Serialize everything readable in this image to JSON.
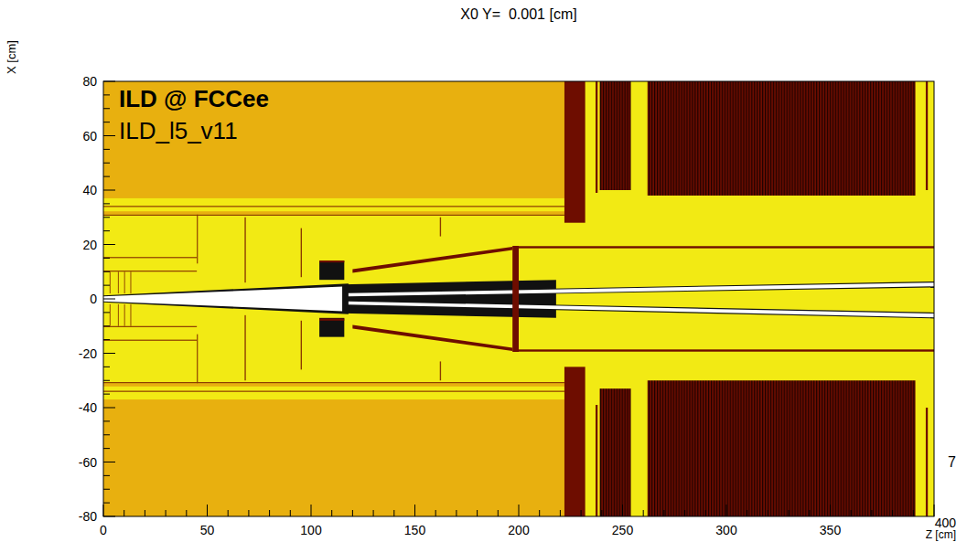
{
  "diagram": {
    "title": "X0 Y=  0.001 [cm]",
    "labels": [
      "X [cm]",
      "80",
      "60",
      "40",
      "20",
      "0",
      "-20",
      "-40",
      "-60",
      "-80",
      "0",
      "50",
      "100",
      "150",
      "200",
      "250",
      "300",
      "350",
      "400",
      "Z [cm]",
      "ILD @ FCCee",
      "ILD_l5_v11",
      "7"
    ]
  }
}
